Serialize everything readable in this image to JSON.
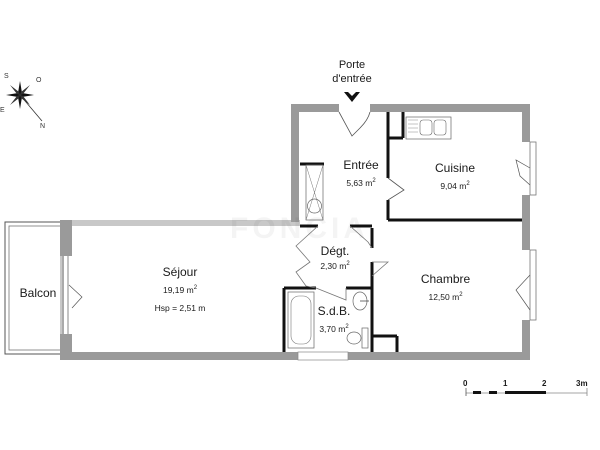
{
  "entry": {
    "line1": "Porte",
    "line2": "d'entrée"
  },
  "compass": {
    "labels": [
      "S",
      "O",
      "E",
      "N"
    ]
  },
  "rooms": [
    {
      "id": "entree",
      "name": "Entrée",
      "area": "5,63 m",
      "unit_sup": "2"
    },
    {
      "id": "cuisine",
      "name": "Cuisine",
      "area": "9,04 m",
      "unit_sup": "2"
    },
    {
      "id": "sejour",
      "name": "Séjour",
      "area": "19,19 m",
      "unit_sup": "2",
      "extra": "Hsp = 2,51 m"
    },
    {
      "id": "degt",
      "name": "Dégt.",
      "area": "2,30 m",
      "unit_sup": "2"
    },
    {
      "id": "chambre",
      "name": "Chambre",
      "area": "12,50 m",
      "unit_sup": "2"
    },
    {
      "id": "sdb",
      "name": "S.d.B.",
      "area": "3,70 m",
      "unit_sup": "2"
    },
    {
      "id": "balcon",
      "name": "Balcon"
    }
  ],
  "scale": {
    "ticks": [
      "0",
      "1",
      "2",
      "3m"
    ]
  },
  "watermark": "FONCIA",
  "colors": {
    "wall": "#9a9a9a",
    "partition": "#111111",
    "line": "#555555"
  }
}
